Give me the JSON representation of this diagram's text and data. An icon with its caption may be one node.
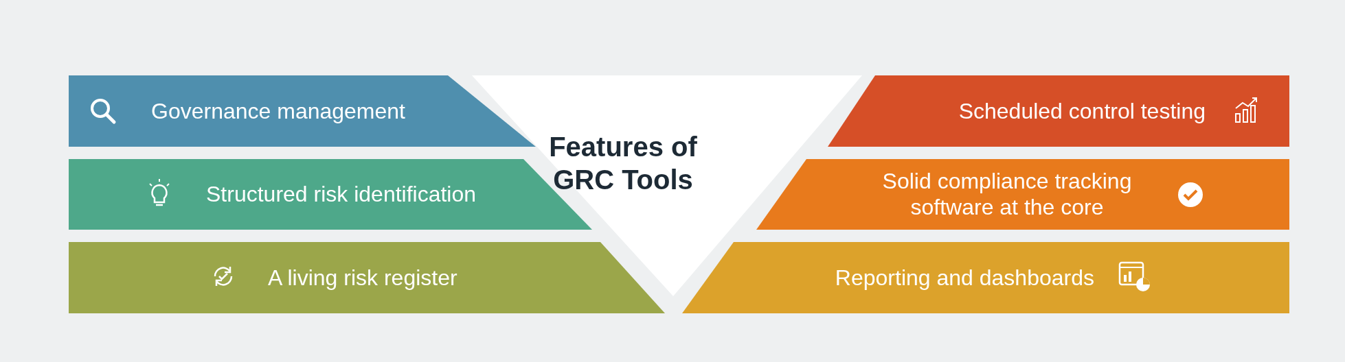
{
  "diagram": {
    "nodes": [
      {
        "text": [
          "Features of GRC Tools"
        ]
      },
      {
        "text": [
          "Governance management"
        ]
      },
      {
        "text": [
          "Structured risk identification"
        ]
      },
      {
        "text": [
          "A living risk register"
        ]
      },
      {
        "text": [
          "Scheduled control testing"
        ]
      },
      {
        "text": [
          "Solid compliance tracking software at the core"
        ]
      },
      {
        "text": [
          "Reporting and dashboards"
        ]
      }
    ]
  }
}
